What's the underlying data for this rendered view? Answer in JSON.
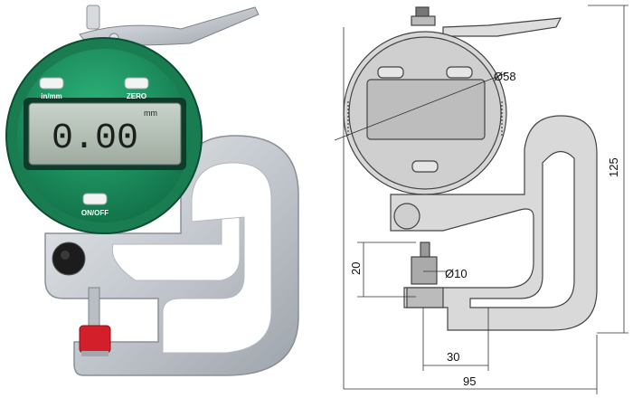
{
  "photo": {
    "display_reading": "0.00",
    "display_unit": "mm",
    "button_left_label": "in/mm",
    "button_right_label": "ZERO",
    "button_bottom_label": "ON/OFF",
    "gauge_color": "#1f8a5a",
    "frame_color": "#c8ccd2",
    "anvil_cap_color": "#d21f2a"
  },
  "drawing": {
    "dim_dial_diameter": "Ø58",
    "dim_height": "125",
    "dim_throat_depth": "20",
    "dim_anvil_diameter": "Ø10",
    "dim_anvil_offset": "30",
    "dim_width": "95"
  }
}
